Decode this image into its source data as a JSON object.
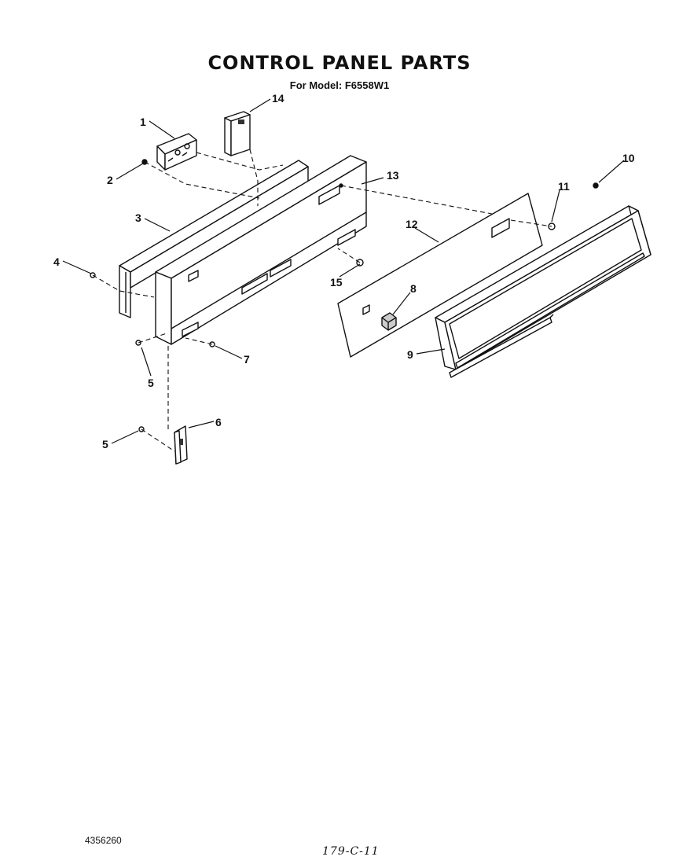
{
  "header": {
    "title": "CONTROL PANEL PARTS",
    "subtitle": "For Model: F6558W1"
  },
  "callouts": [
    {
      "id": "c1",
      "label": "1"
    },
    {
      "id": "c2",
      "label": "2"
    },
    {
      "id": "c3",
      "label": "3"
    },
    {
      "id": "c4",
      "label": "4"
    },
    {
      "id": "c5a",
      "label": "5"
    },
    {
      "id": "c5b",
      "label": "5"
    },
    {
      "id": "c6",
      "label": "6"
    },
    {
      "id": "c7",
      "label": "7"
    },
    {
      "id": "c8",
      "label": "8"
    },
    {
      "id": "c9",
      "label": "9"
    },
    {
      "id": "c10",
      "label": "10"
    },
    {
      "id": "c11",
      "label": "11"
    },
    {
      "id": "c12",
      "label": "12"
    },
    {
      "id": "c13",
      "label": "13"
    },
    {
      "id": "c14",
      "label": "14"
    },
    {
      "id": "c15",
      "label": "15"
    }
  ],
  "footer": {
    "doc_number": "4356260",
    "handwritten_code": "179-C-11"
  }
}
